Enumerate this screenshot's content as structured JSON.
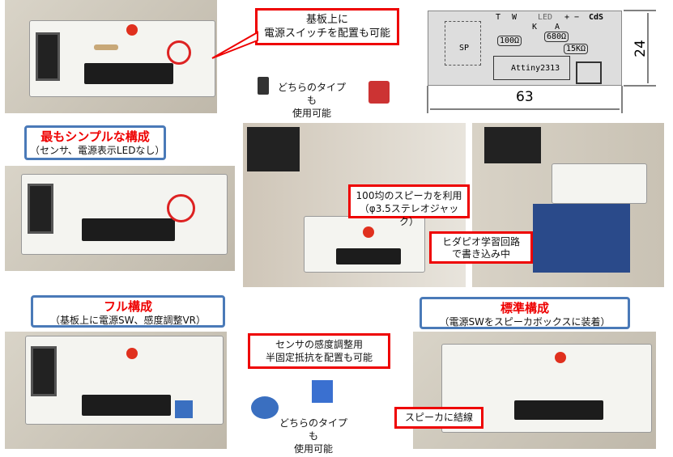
{
  "top": {
    "switch_callout": [
      "基板上に",
      "電源スイッチを配置も可能"
    ],
    "switch_note": [
      "どちらのタイプも",
      "使用可能"
    ]
  },
  "layout_diagram": {
    "labels": {
      "t": "T",
      "w": "W",
      "led": "LED",
      "k": "K",
      "a": "A",
      "plus": "+",
      "minus": "−",
      "cds": "CdS",
      "r1": "100Ω",
      "r2": "680Ω",
      "r3": "15KΩ",
      "sp": "SP",
      "chip": "Attiny2313"
    },
    "width": "63",
    "height": "24"
  },
  "simple": {
    "title": "最もシンプルな構成",
    "sub": "（センサ、電源表示LEDなし）"
  },
  "speaker": {
    "callout": [
      "100均のスピーカを利用",
      "（φ3.5ステレオジャック）"
    ]
  },
  "writer": {
    "callout": [
      "ヒダピオ学習回路",
      "で書き込み中"
    ]
  },
  "full": {
    "title": "フル構成",
    "sub": "（基板上に電源SW、感度調整VR）"
  },
  "vr": {
    "callout": [
      "センサの感度調整用",
      "半固定抵抗を配置も可能"
    ],
    "note": [
      "どちらのタイプも",
      "使用可能"
    ]
  },
  "standard": {
    "title": "標準構成",
    "sub": "（電源SWをスピーカボックスに装着）",
    "callout": "スピーカに結線"
  },
  "colors": {
    "red": "#e00000",
    "blue": "#4a7ab8"
  }
}
